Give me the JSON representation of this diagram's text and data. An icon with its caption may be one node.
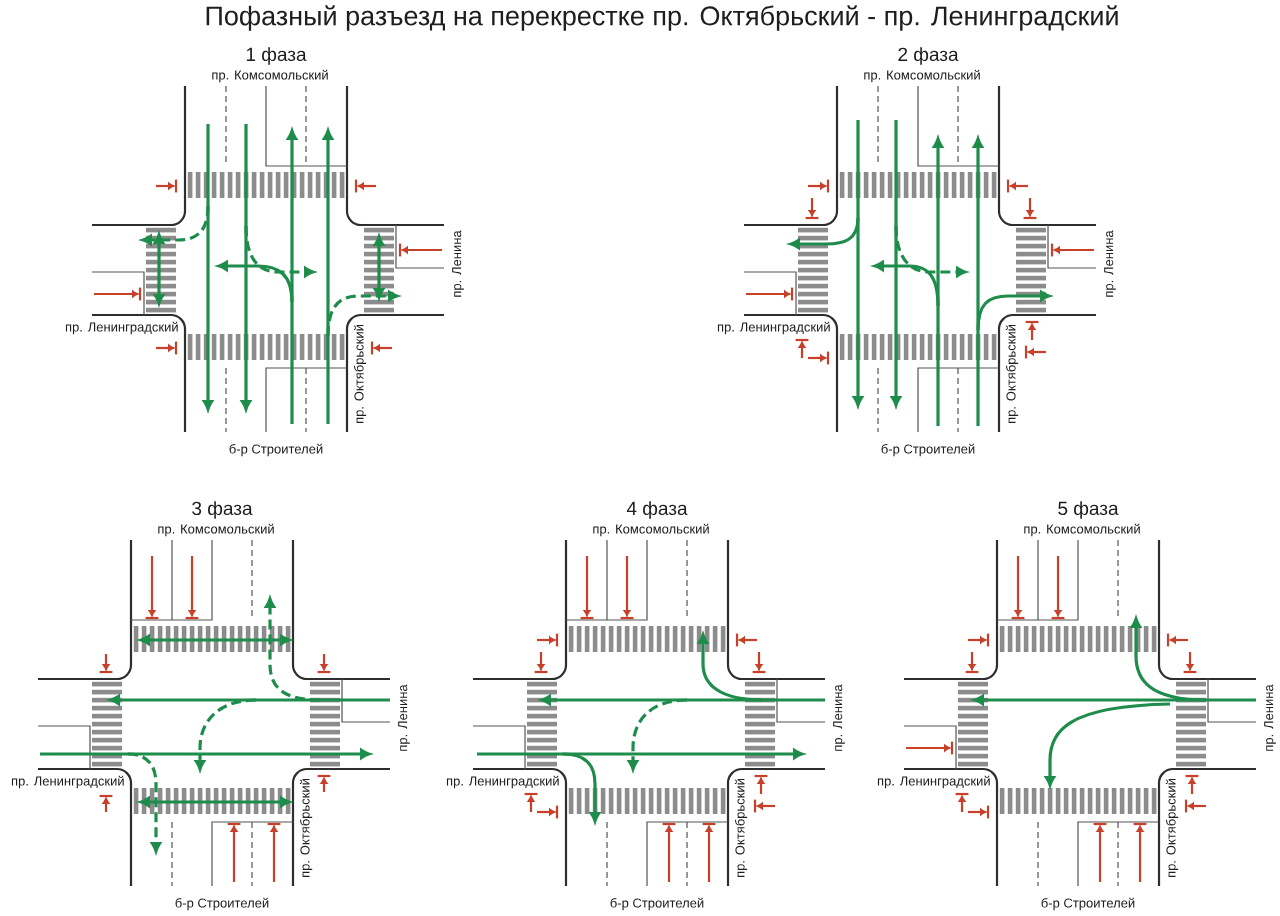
{
  "diagram": {
    "title": "Пофазный разъезд на перекрестке пр. Октябрьский - пр. Ленинградский",
    "labels": [
      "1 фаза",
      "пр. Комсомольский",
      "пр. Ленина",
      "пр. Ленинградский",
      "пр. Октябрьский",
      "б-р Строителей",
      "2 фаза",
      "пр. Комсомольский",
      "пр. Ленина",
      "пр. Ленинградский",
      "пр. Октябрьский",
      "б-р Строителей",
      "3 фаза",
      "пр. Комсомольский",
      "пр. Ленина",
      "пр. Ленинградский",
      "пр. Октябрьский",
      "б-р Строителей",
      "4 фаза",
      "пр. Комсомольский",
      "пр. Ленина",
      "пр. Ленинградский",
      "пр. Октябрьский",
      "б-р Строителей",
      "5 фаза",
      "пр. Комсомольский",
      "пр. Ленина",
      "пр. Ленинградский",
      "пр. Октябрьский",
      "б-р Строителей"
    ]
  }
}
